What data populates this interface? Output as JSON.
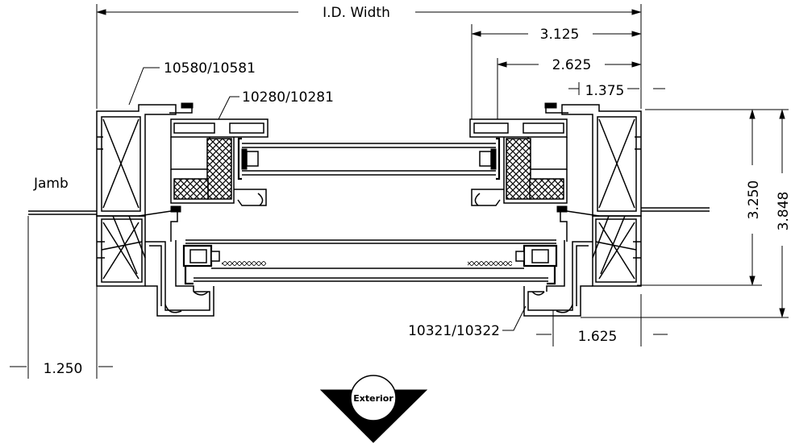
{
  "dimensions": {
    "id_width": "I.D. Width",
    "d_3125": "3.125",
    "d_2625": "2.625",
    "d_1375": "1.375",
    "d_3250": "3.250",
    "d_3848": "3.848",
    "d_1625": "1.625",
    "d_1250": "1.250"
  },
  "callouts": {
    "frame_parts": "10580/10581",
    "sash_parts": "10280/10281",
    "bottom_parts": "10321/10322",
    "jamb": "Jamb"
  },
  "orientation": {
    "exterior": "Exterior"
  }
}
